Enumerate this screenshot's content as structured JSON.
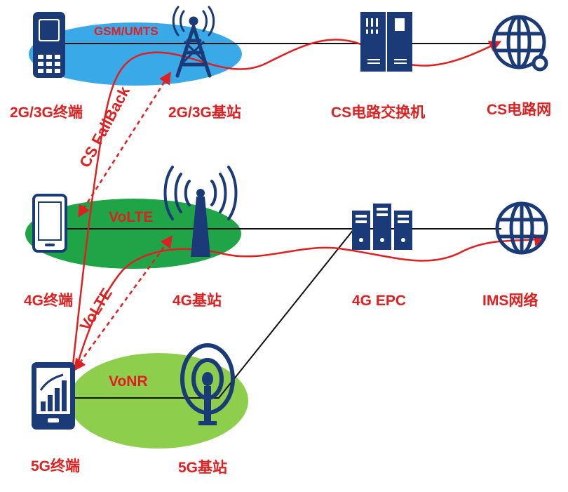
{
  "colors": {
    "icon": "#1b3a78",
    "red": "#e02020",
    "line": "#111111",
    "ellipse_2g3g": "#3aa9e8",
    "ellipse_4g": "#1fa548",
    "ellipse_5g": "#8dcf4c"
  },
  "clusters": {
    "gsm_umts": "GSM/UMTS",
    "volte": "VoLTE",
    "vonr": "VoNR"
  },
  "nodes": {
    "terminal_2g3g": "2G/3G终端",
    "bs_2g3g": "2G/3G基站",
    "cs_switch": "CS电路交换机",
    "cs_network": "CS电路网",
    "terminal_4g": "4G终端",
    "bs_4g": "4G基站",
    "epc_4g": "4G EPC",
    "ims": "IMS网络",
    "terminal_5g": "5G终端",
    "bs_5g": "5G基站"
  },
  "paths": {
    "cs_fallback": "CS FallBack",
    "volte": "VoLTE"
  },
  "icons": {
    "terminal_2g3g": "feature-phone-icon",
    "bs_2g3g": "cell-tower-icon",
    "cs_switch": "switch-server-icon",
    "cs_network": "globe-icon",
    "terminal_4g": "smartphone-icon",
    "bs_4g": "antenna-icon",
    "epc_4g": "server-rack-icon",
    "ims": "globe-icon",
    "terminal_5g": "5g-phone-icon",
    "bs_5g": "5g-antenna-icon"
  }
}
